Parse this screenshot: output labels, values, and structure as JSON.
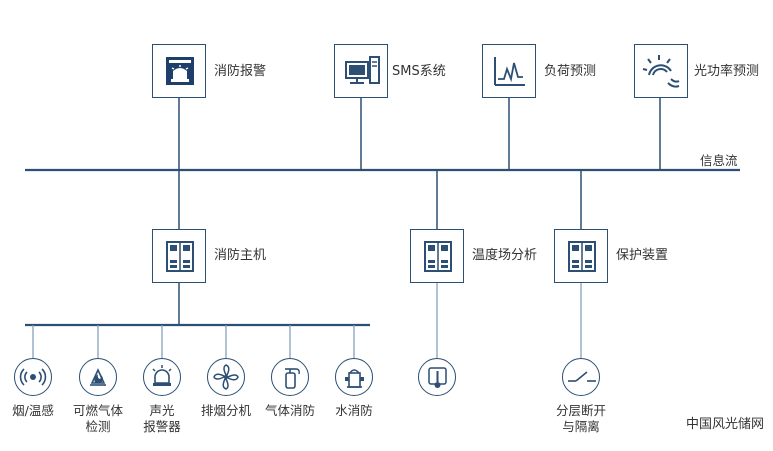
{
  "colors": {
    "line": "#2c4f73",
    "line_light": "#7d9ab8",
    "icon": "#2c4f73",
    "accent": "#1e3f6b"
  },
  "top_nodes": [
    {
      "id": "fire-alarm",
      "label": "消防报警",
      "icon": "fire-alarm-icon"
    },
    {
      "id": "sms",
      "label": "SMS系统",
      "icon": "computer-icon"
    },
    {
      "id": "load-forecast",
      "label": "负荷预测",
      "icon": "line-chart-icon"
    },
    {
      "id": "pv-forecast",
      "label": "光功率预测",
      "icon": "sun-icon"
    }
  ],
  "bus_label": "信息流",
  "mid_nodes": [
    {
      "id": "fire-host",
      "label": "消防主机",
      "icon": "cabinet-icon"
    },
    {
      "id": "temp-analysis",
      "label": "温度场分析",
      "icon": "cabinet-icon"
    },
    {
      "id": "protection",
      "label": "保护装置",
      "icon": "cabinet-icon"
    }
  ],
  "devices": [
    {
      "id": "smoke-temp",
      "label": "烟/温感",
      "icon": "smoke-sensor-icon"
    },
    {
      "id": "gas-detect",
      "label": "可燃气体\n检测",
      "icon": "flame-icon"
    },
    {
      "id": "alarm",
      "label": "声光\n报警器",
      "icon": "alarm-light-icon"
    },
    {
      "id": "smoke-exhaust",
      "label": "排烟分机",
      "icon": "fan-icon"
    },
    {
      "id": "gas-fire",
      "label": "气体消防",
      "icon": "extinguisher-icon"
    },
    {
      "id": "water-fire",
      "label": "水消防",
      "icon": "hydrant-icon"
    },
    {
      "id": "thermometer",
      "label": "",
      "icon": "thermometer-icon"
    },
    {
      "id": "isolation",
      "label": "分层断开\n与隔离",
      "icon": "switch-icon"
    }
  ],
  "watermark": "中国风光储网"
}
